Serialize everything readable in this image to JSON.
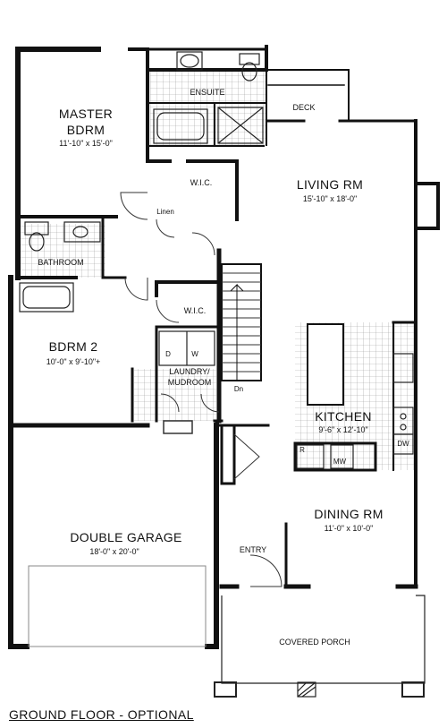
{
  "plan": {
    "caption": "GROUND FLOOR - OPTIONAL",
    "rooms": {
      "master_name_1": "MASTER",
      "master_name_2": "BDRM",
      "master_dim": "11'-10\" x 15'-0\"",
      "ensuite": "ENSUITE",
      "deck": "DECK",
      "wic_master": "W.I.C.",
      "linen": "Linen",
      "living_name": "LIVING RM",
      "living_dim": "15'-10\" x 18'-0\"",
      "bathroom": "BATHROOM",
      "wic_bdrm2": "W.I.C.",
      "bdrm2_name": "BDRM 2",
      "bdrm2_dim": "10'-0\" x 9'-10\"+",
      "laundry_1": "LAUNDRY/",
      "laundry_2": "MUDROOM",
      "dryer": "D",
      "washer": "W",
      "stair_down": "Dn",
      "kitchen_name": "KITCHEN",
      "kitchen_dim": "9'-6\" x 12'-10\"",
      "fridge": "R",
      "microwave": "MW",
      "dishwasher": "DW",
      "garage_name": "DOUBLE GARAGE",
      "garage_dim": "18'-0\" x 20'-0\"",
      "dining_name": "DINING RM",
      "dining_dim": "11'-0\" x 10'-0\"",
      "entry": "ENTRY",
      "porch": "COVERED PORCH"
    },
    "colors": {
      "wall": "#111111",
      "grid": "#9a9a9a",
      "line": "#333333"
    }
  }
}
